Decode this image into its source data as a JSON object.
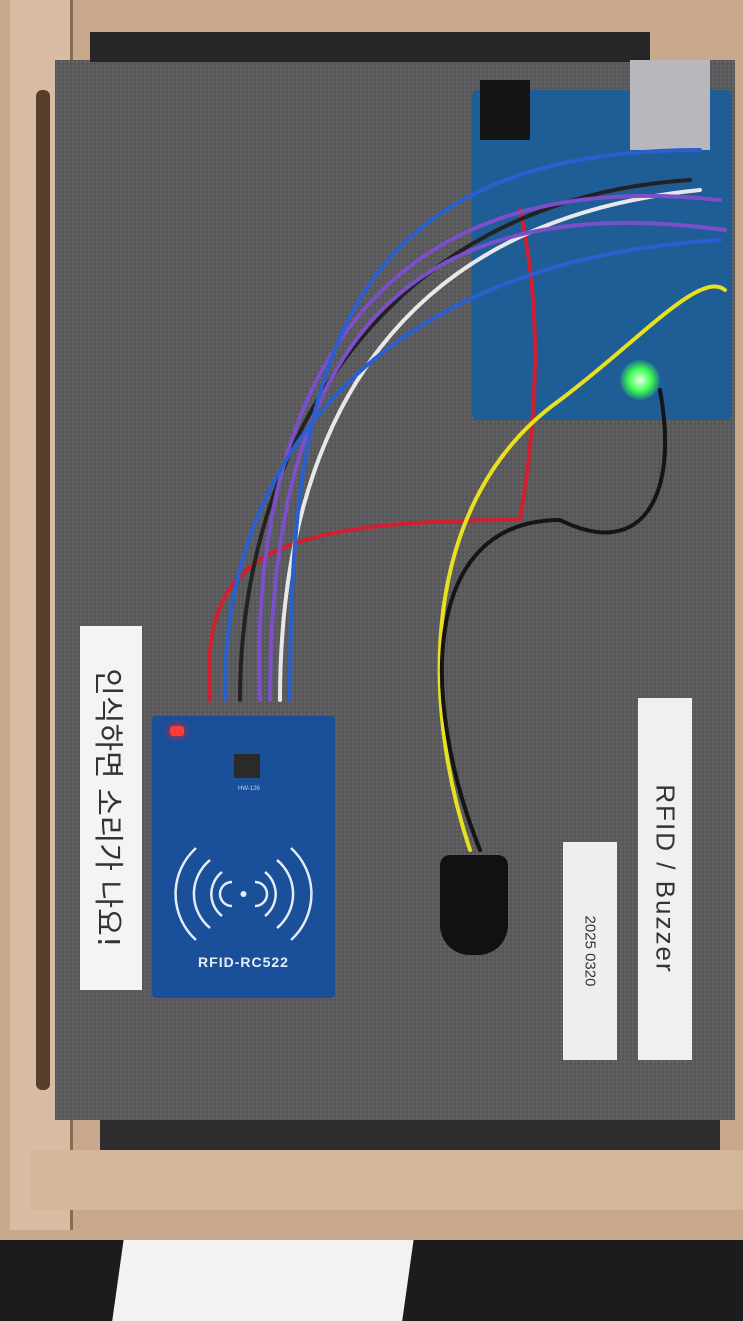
{
  "labels": {
    "korean_note": "인식하면 소리가 나요!",
    "project_title": "RFID / Buzzer",
    "date": "2025 0320"
  },
  "rfid_module": {
    "board_text": "RFID-RC522",
    "model_text": "HW-126"
  },
  "colors": {
    "board_blue": "#1f5d96",
    "rfid_blue": "#1a4f9a",
    "led_green": "#3cff50",
    "wire_yellow": "#e8e020",
    "wire_purple": "#7a4fc8",
    "wire_blue": "#2a5fd0",
    "wire_red": "#d02030"
  }
}
